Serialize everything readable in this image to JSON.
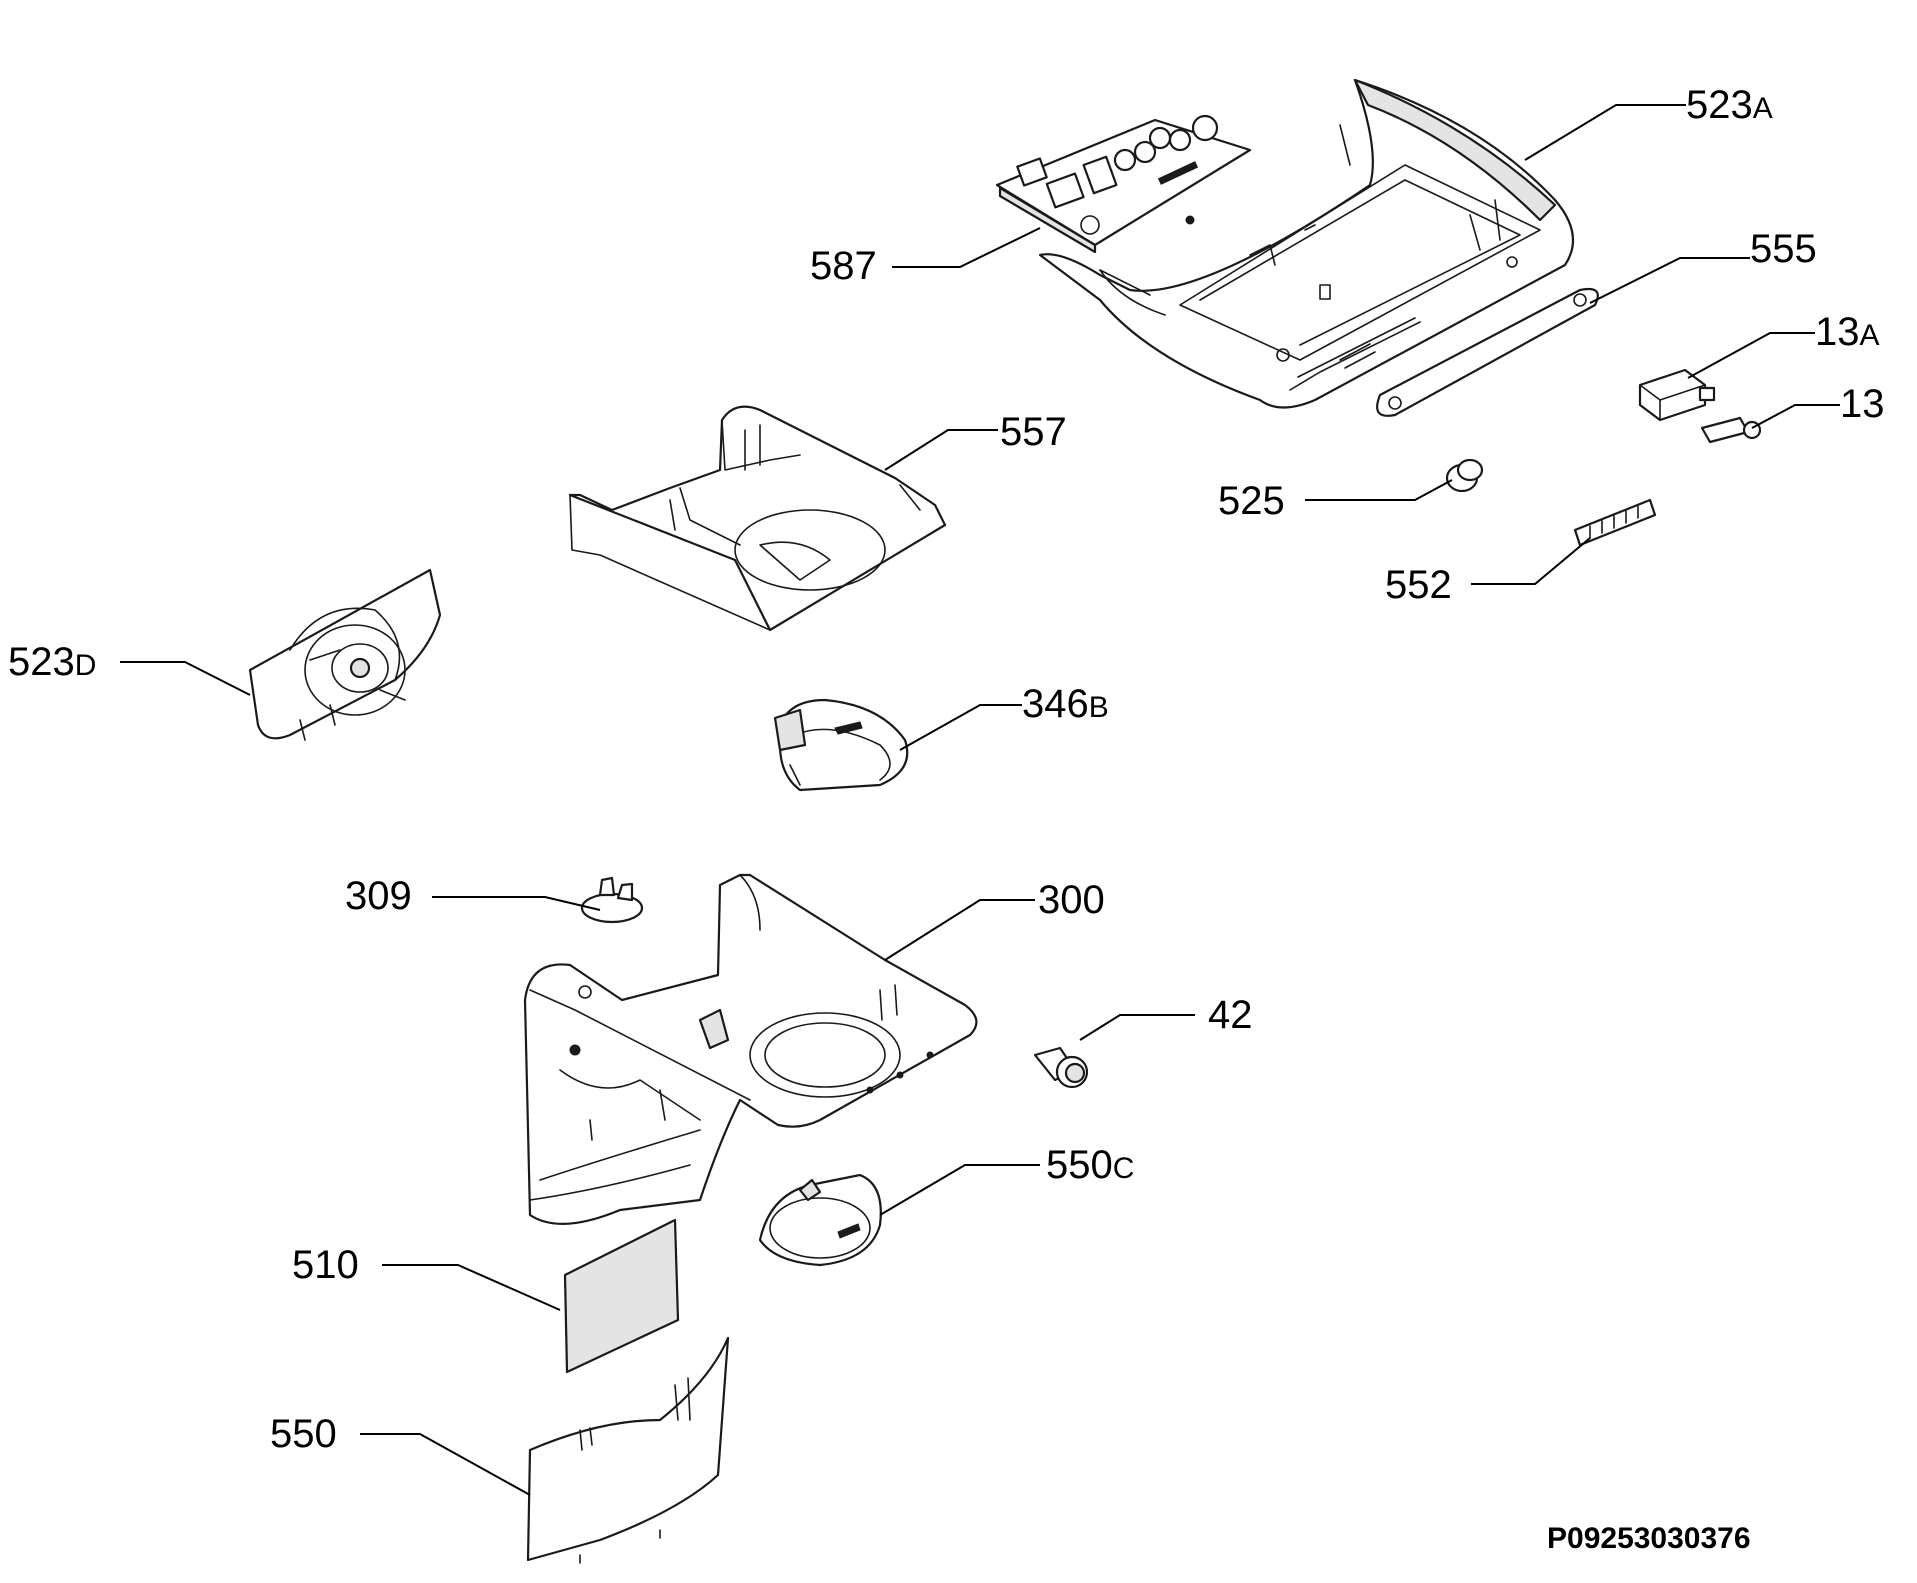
{
  "document_id": "P09253030376",
  "callouts": [
    {
      "id": "523a",
      "number": "523",
      "suffix": "A"
    },
    {
      "id": "587",
      "number": "587",
      "suffix": ""
    },
    {
      "id": "555",
      "number": "555",
      "suffix": ""
    },
    {
      "id": "13a",
      "number": "13",
      "suffix": "A"
    },
    {
      "id": "13",
      "number": "13",
      "suffix": ""
    },
    {
      "id": "557",
      "number": "557",
      "suffix": ""
    },
    {
      "id": "525",
      "number": "525",
      "suffix": ""
    },
    {
      "id": "552",
      "number": "552",
      "suffix": ""
    },
    {
      "id": "523d",
      "number": "523",
      "suffix": "D"
    },
    {
      "id": "346b",
      "number": "346",
      "suffix": "B"
    },
    {
      "id": "309",
      "number": "309",
      "suffix": ""
    },
    {
      "id": "300",
      "number": "300",
      "suffix": ""
    },
    {
      "id": "42",
      "number": "42",
      "suffix": ""
    },
    {
      "id": "550c",
      "number": "550",
      "suffix": "C"
    },
    {
      "id": "510",
      "number": "510",
      "suffix": ""
    },
    {
      "id": "550",
      "number": "550",
      "suffix": ""
    }
  ]
}
